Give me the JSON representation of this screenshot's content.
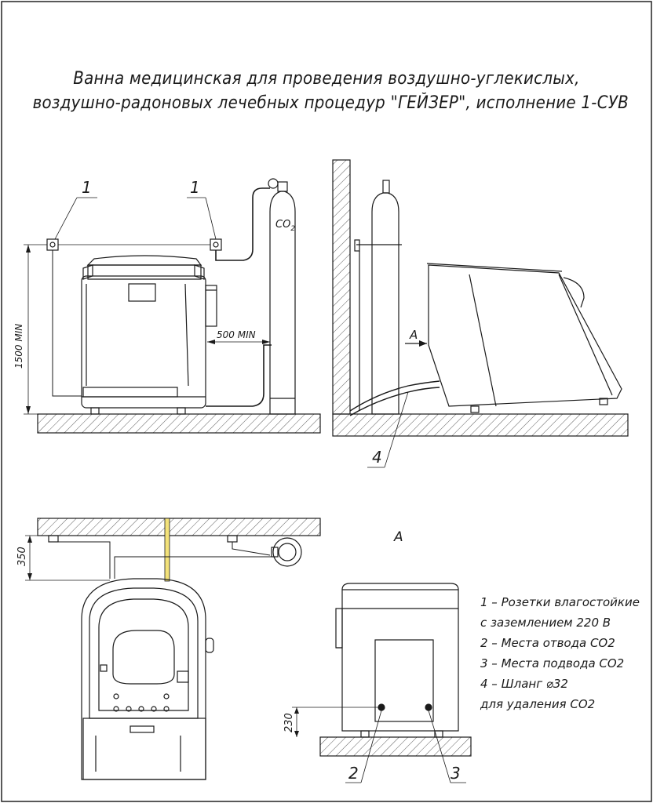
{
  "title": {
    "line1": "Ванна медицинская для проведения воздушно-углекислых,",
    "line2": "воздушно-радоновых лечебных процедур \"ГЕЙЗЕР\", исполнение 1-СУВ"
  },
  "labels": {
    "callout_1": "1",
    "callout_2": "2",
    "callout_3": "3",
    "callout_4": "4",
    "co2_cylinder": "CO",
    "co2_sub": "2",
    "view_arrow": "A",
    "view_title": "A"
  },
  "dimensions": {
    "height_1500": "1500 MIN",
    "gap_500": "500 MIN",
    "dist_350": "350",
    "height_230": "230"
  },
  "legend": [
    "1 – Розетки влагостойкие",
    "с заземлением 220 В",
    "2 – Места отвода СО2",
    "3 – Места подвода СО2",
    "4 – Шланг ⌀32",
    "для удаления СО2"
  ]
}
